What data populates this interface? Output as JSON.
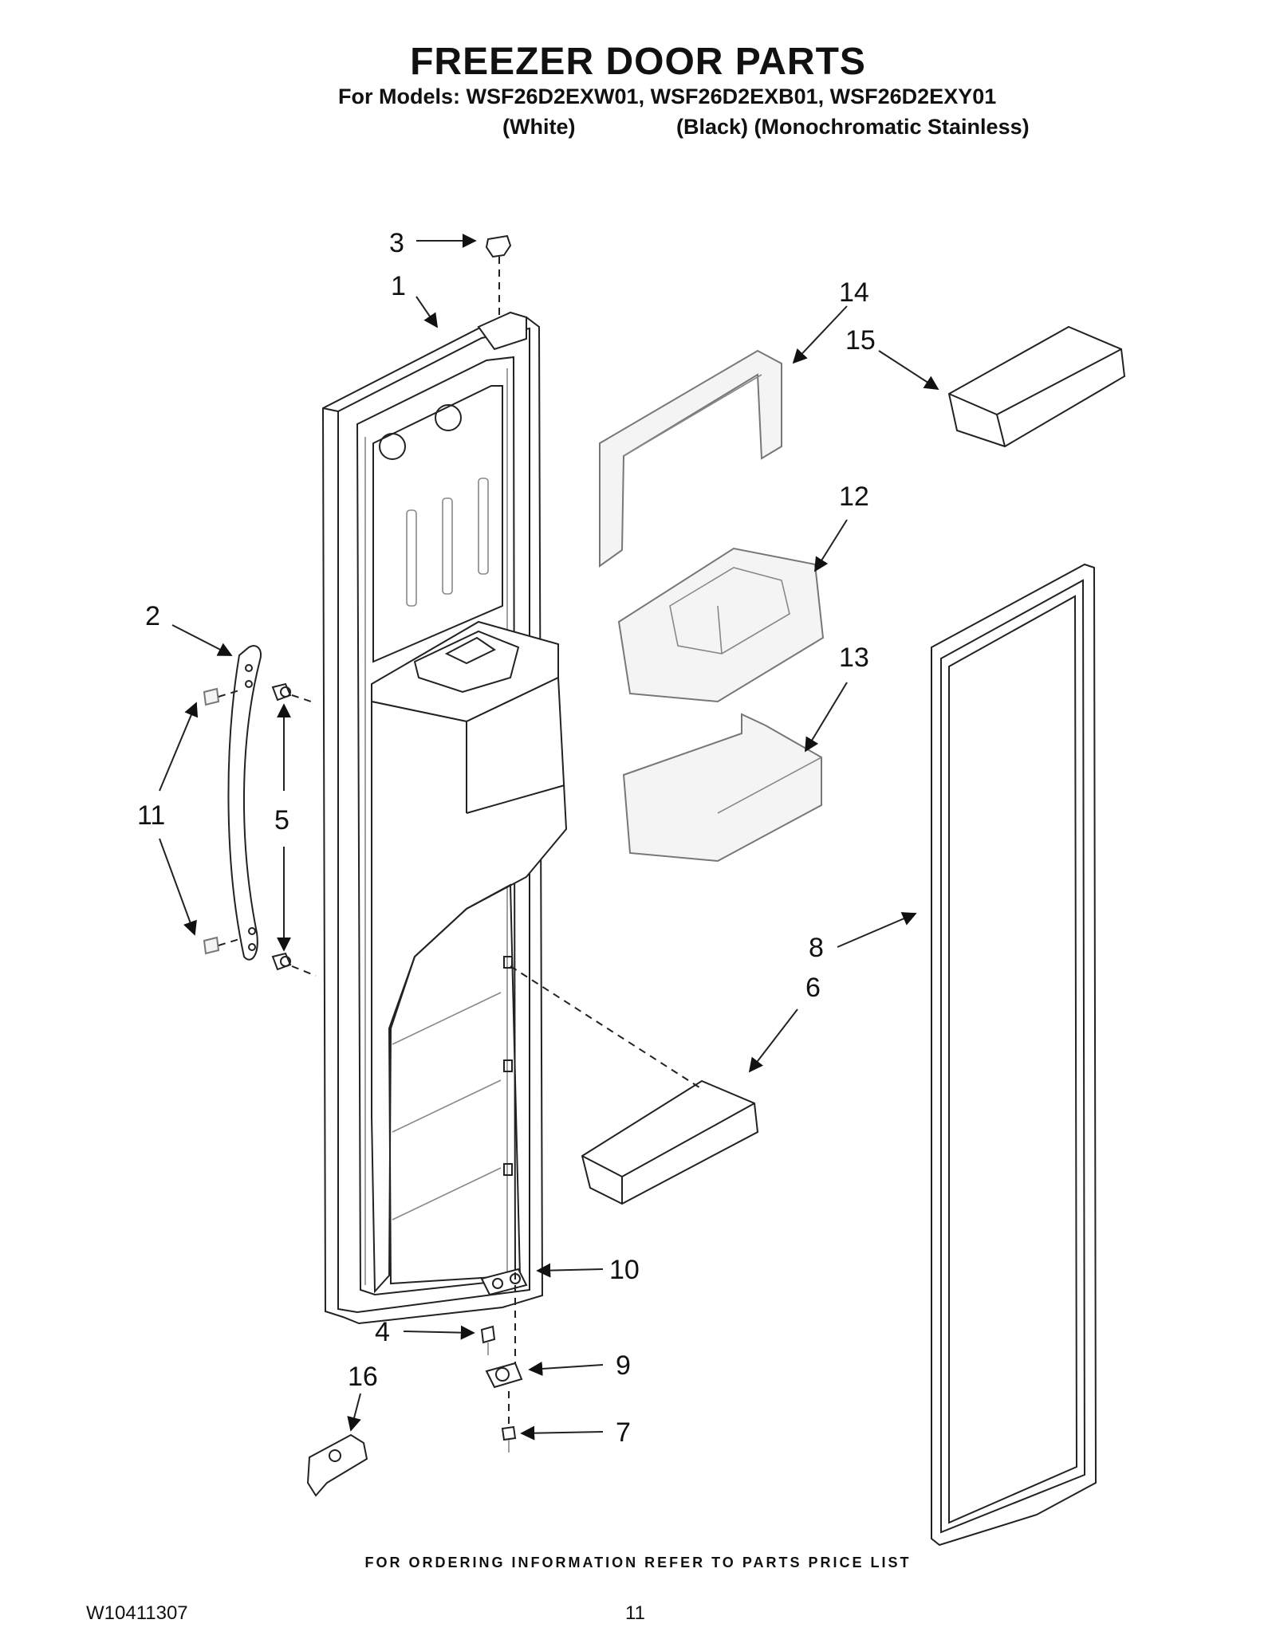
{
  "header": {
    "title": "FREEZER DOOR PARTS",
    "models_line": "For Models: WSF26D2EXW01, WSF26D2EXB01, WSF26D2EXY01",
    "color_white": "(White)",
    "color_rest": "(Black) (Monochromatic Stainless)"
  },
  "callouts": [
    "3",
    "1",
    "14",
    "15",
    "12",
    "2",
    "13",
    "11",
    "5",
    "8",
    "6",
    "10",
    "4",
    "9",
    "16",
    "7"
  ],
  "footer": {
    "ordering_note": "FOR ORDERING INFORMATION REFER TO PARTS PRICE LIST",
    "doc_number": "W10411307",
    "page_number": "11"
  }
}
